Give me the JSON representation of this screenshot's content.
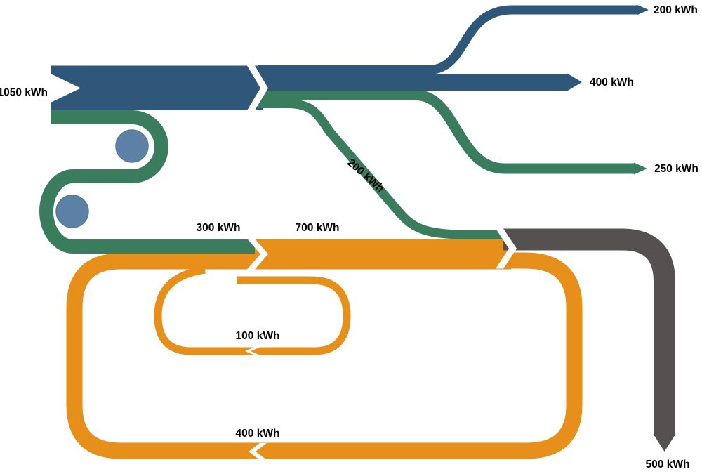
{
  "diagram": {
    "type": "sankey",
    "unit": "kWh",
    "background": "#ffffff",
    "colors": {
      "blue": "#2F577A",
      "green": "#3A7D5E",
      "orange": "#E68F1A",
      "gray": "#545150",
      "circleFill": "#5C80A6",
      "circleEdge": "#54789E",
      "label": "#000000"
    },
    "labels": {
      "input_1050": "1050 kWh",
      "output_200": "200 kWh",
      "output_400": "400 kWh",
      "output_250": "250 kWh",
      "transfer_200": "200 kWh",
      "feed_300": "300 kWh",
      "main_700": "700 kWh",
      "loop_100": "100 kWh",
      "loop_400": "400 kWh",
      "output_500": "500 kWh"
    },
    "flows": [
      {
        "name": "main-input",
        "value": 1050,
        "unit": "kWh",
        "color": "blue"
      },
      {
        "name": "output-top",
        "value": 200,
        "unit": "kWh",
        "color": "blue"
      },
      {
        "name": "output-middle",
        "value": 400,
        "unit": "kWh",
        "color": "blue"
      },
      {
        "name": "output-green",
        "value": 250,
        "unit": "kWh",
        "color": "green"
      },
      {
        "name": "transfer-diagonal",
        "value": 200,
        "unit": "kWh",
        "color": "green"
      },
      {
        "name": "feed-serpentine",
        "value": 300,
        "unit": "kWh",
        "color": "green"
      },
      {
        "name": "merged-main",
        "value": 700,
        "unit": "kWh",
        "color": "orange"
      },
      {
        "name": "self-loop",
        "value": 100,
        "unit": "kWh",
        "color": "orange"
      },
      {
        "name": "return-loop",
        "value": 400,
        "unit": "kWh",
        "color": "orange"
      },
      {
        "name": "output-bottom",
        "value": 500,
        "unit": "kWh",
        "color": "gray"
      }
    ]
  }
}
